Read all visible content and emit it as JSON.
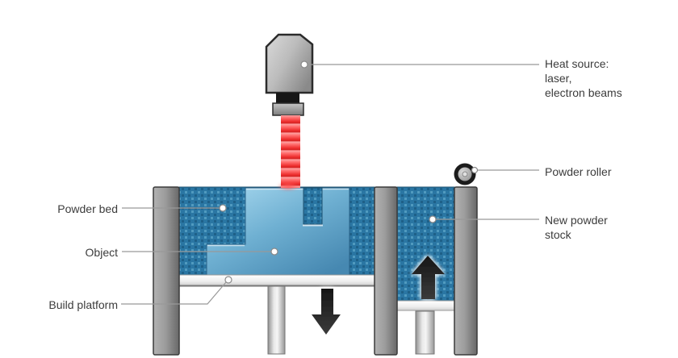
{
  "diagram": {
    "subject": "powder-bed-fusion-3d-printing-process",
    "labels": {
      "powder_bed": "Powder bed",
      "object": "Object",
      "build_platform": "Build platform",
      "heat_source_lines": [
        "Heat source:",
        "laser,",
        "electron beams"
      ],
      "powder_roller": "Powder roller",
      "new_powder_lines": [
        "New powder",
        "stock"
      ]
    },
    "colors": {
      "background": "#ffffff",
      "powder_base": "#2a76a3",
      "powder_dot_dark": "#1d5d85",
      "powder_dot_light": "#5aa2c6",
      "object_light": "#aadaf0",
      "object_dark": "#4688b1",
      "beam_red": "#ee2e2e",
      "metal_light": "#b0b0b0",
      "metal_dark": "#6a6a6a",
      "arrow_dark": "#1d1d1d",
      "label_text": "#3c3c3c",
      "leader_line": "#999999"
    }
  }
}
